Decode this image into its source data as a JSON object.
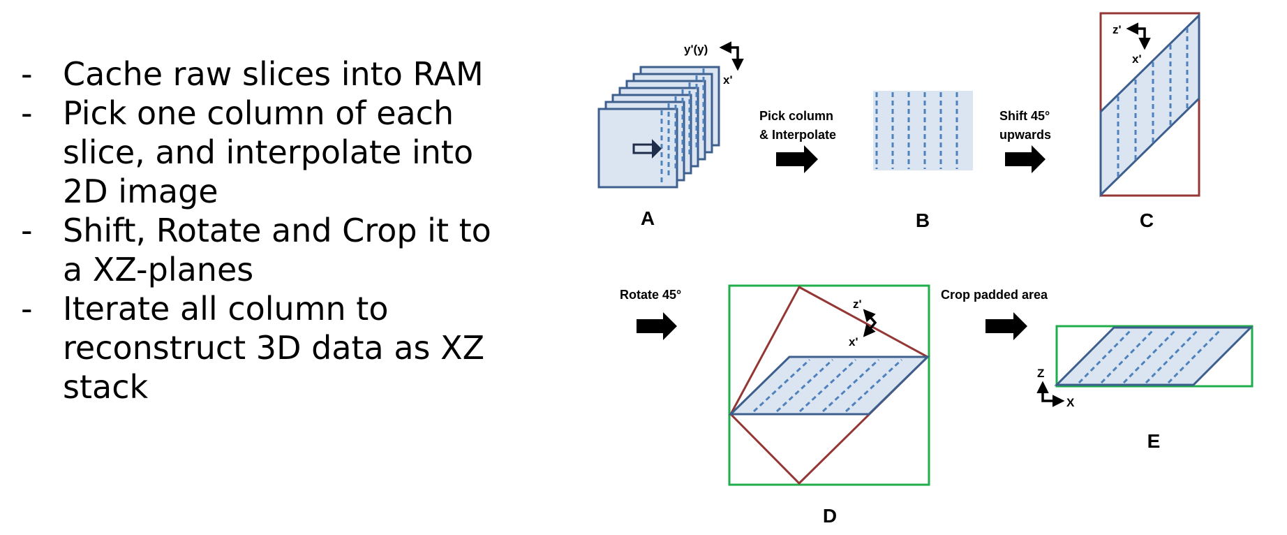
{
  "bullets": [
    {
      "dash": "-",
      "lines": [
        "Cache raw slices into RAM"
      ]
    },
    {
      "dash": "-",
      "lines": [
        "Pick one column of each",
        "slice, and interpolate into",
        "2D image"
      ]
    },
    {
      "dash": "-",
      "lines": [
        "Shift, Rotate and Crop it to",
        "a XZ-planes"
      ]
    },
    {
      "dash": "-",
      "lines": [
        "Iterate all column to",
        "reconstruct 3D data as XZ",
        "stack"
      ]
    }
  ],
  "panels": {
    "A": {
      "label": "A",
      "axis_y": "y'(y)",
      "axis_x": "x'"
    },
    "B": {
      "label": "B"
    },
    "C": {
      "label": "C",
      "axis_z": "z'",
      "axis_x": "x'"
    },
    "D": {
      "label": "D",
      "axis_z": "z'",
      "axis_x": "x'"
    },
    "E": {
      "label": "E",
      "axis_z": "Z",
      "axis_x": "X"
    }
  },
  "steps": {
    "pick": {
      "line1": "Pick column",
      "line2": "& Interpolate"
    },
    "shift": {
      "line1": "Shift 45°",
      "line2": "upwards"
    },
    "rotate": {
      "line1": "Rotate 45°"
    },
    "crop": {
      "line1": "Crop padded area"
    }
  },
  "colors": {
    "slice_fill": "#dbe5f1",
    "slice_stroke": "#3d5f8e",
    "dash_line": "#4f81bd",
    "red_frame": "#943634",
    "green_frame": "#1fae4b",
    "arrow": "#000000"
  }
}
